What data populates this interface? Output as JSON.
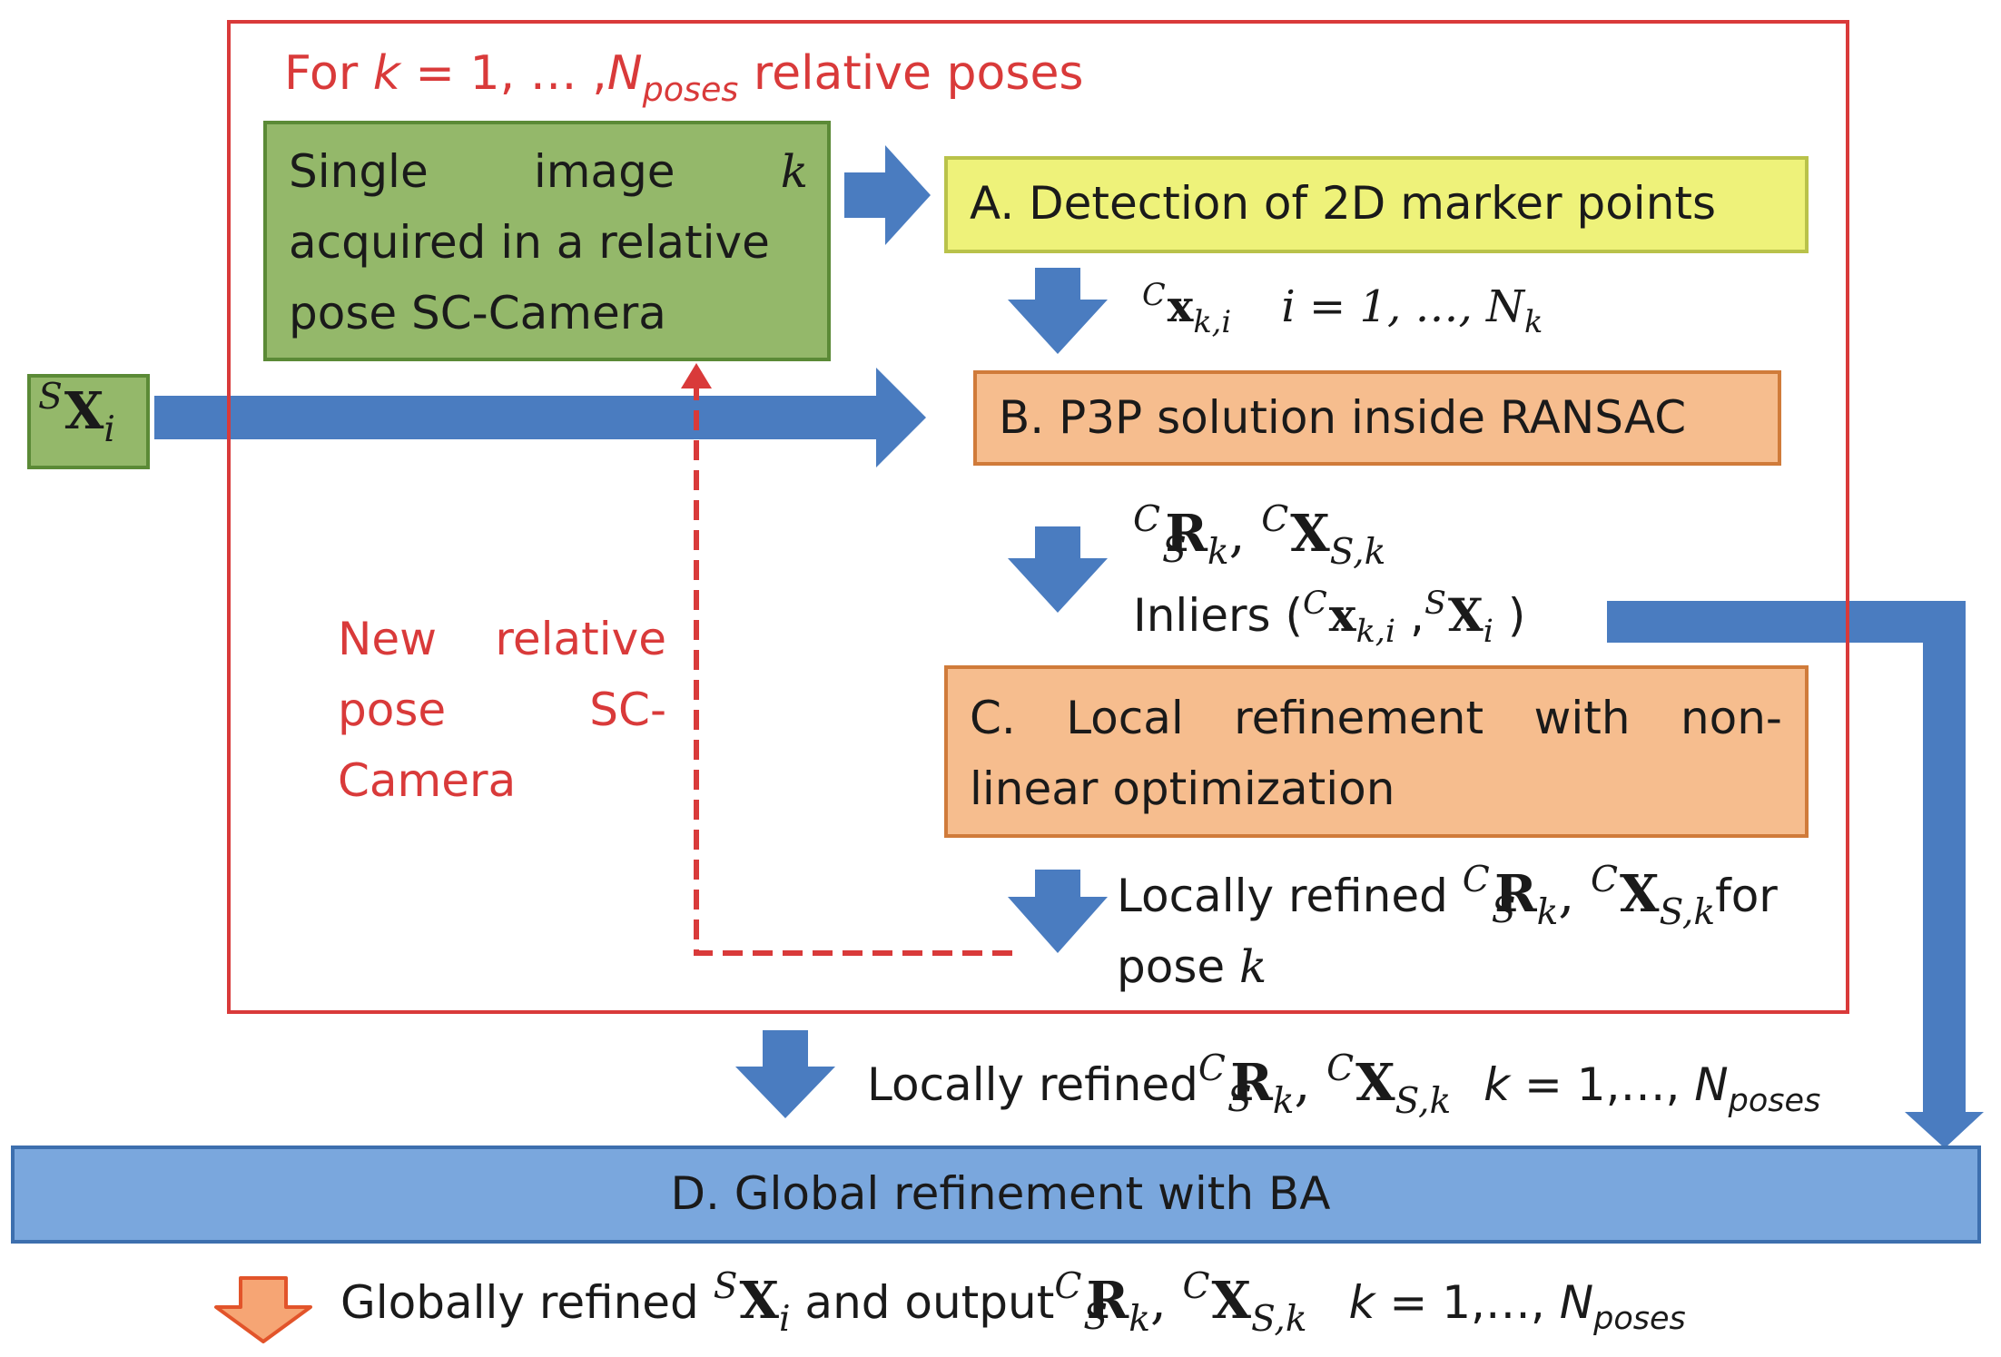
{
  "loop": {
    "header_prefix": "For ",
    "header_var": "k",
    "header_mid": " = 1, … ,",
    "header_n": "N",
    "header_n_sub": "poses",
    "header_suffix": " relative poses"
  },
  "input": {
    "sup": "S",
    "symbol": "X",
    "sub": "i"
  },
  "single_image": {
    "line1_words": [
      "Single",
      "image",
      "k"
    ],
    "line2": "acquired in a relative",
    "line3": "pose SC-Camera"
  },
  "step_a": {
    "label": "A. Detection of 2D marker points"
  },
  "step_b": {
    "label": "B. P3P solution inside RANSAC"
  },
  "step_c": {
    "line1_words": [
      "C.",
      "Local",
      "refinement",
      "with",
      "non-"
    ],
    "line2": "linear optimization"
  },
  "step_d": {
    "label": "D. Global refinement with BA"
  },
  "out_a": {
    "sup": "C",
    "symbol": "x",
    "sub": "k,i",
    "range": "i = 1, …, N",
    "range_sub": "k"
  },
  "out_b": {
    "rot_sup": "C",
    "rot_sub": "S",
    "rot_symbol": "R",
    "rot_index": "k",
    "trans_sup": "C",
    "trans_symbol": "X",
    "trans_sub": "S,k",
    "inliers_prefix": "Inliers (",
    "inl_x_sup": "C",
    "inl_x_symbol": "x",
    "inl_x_sub": "k,i",
    "inl_sep": ",",
    "inl_X_sup": "S",
    "inl_X_symbol": "X",
    "inl_X_sub": "i",
    "inliers_suffix": ")"
  },
  "out_c": {
    "prefix": "Locally refined ",
    "suffix": "for",
    "line2_prefix": "pose ",
    "line2_var": "k"
  },
  "new_pose": {
    "line1_words": [
      "New",
      "relative"
    ],
    "line2_words": [
      "pose",
      "SC-"
    ],
    "line3": "Camera"
  },
  "loop_out": {
    "prefix": "Locally refined",
    "range_prefix": "k",
    "range_mid": " = 1,…, ",
    "range_n": "N",
    "range_sub": "poses"
  },
  "final": {
    "prefix": "Globally refined ",
    "mid": " and output",
    "range_prefix": "k",
    "range_mid": " = 1,…, ",
    "range_n": "N",
    "range_sub": "poses"
  },
  "colors": {
    "loop_border": "#d93a3a",
    "green_fill": "#94b86a",
    "green_border": "#5b8a36",
    "yellow_fill": "#eef27a",
    "yellow_border": "#b9c24a",
    "orange_fill": "#f6bd8e",
    "orange_border": "#d07b3a",
    "blue_fill": "#7aa7dd",
    "blue_border": "#3d6fae",
    "arrow_blue": "#4a7cc0",
    "arrow_orange": "#f6a574",
    "arrow_orange_border": "#e2542a"
  }
}
